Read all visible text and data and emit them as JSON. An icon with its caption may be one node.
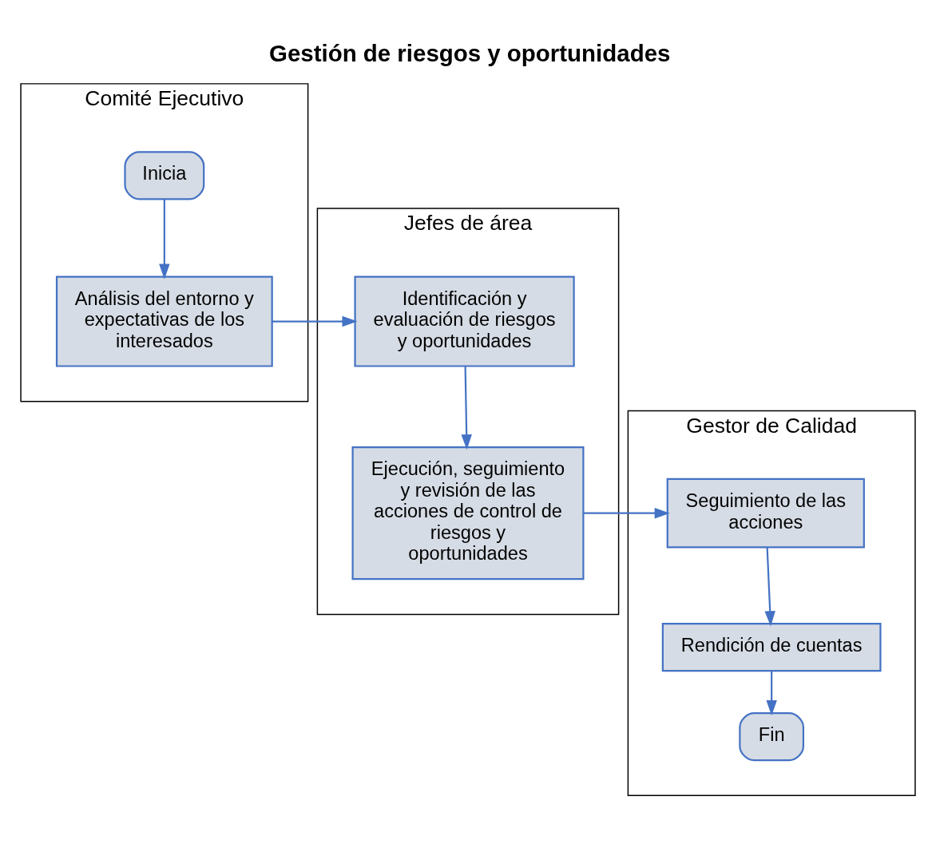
{
  "diagram": {
    "title": "Gestión de riesgos y oportunidades",
    "nodes": [
      {
        "text": [
          "Comité Ejecutivo"
        ]
      },
      {
        "text": [
          "Jefes de área"
        ]
      },
      {
        "text": [
          "Gestor de Calidad"
        ]
      },
      {
        "text": [
          "Inicia"
        ],
        "in": 0
      },
      {
        "text": [
          "Análisis del entorno y expectativas de los interesados"
        ],
        "in": 0
      },
      {
        "text": [
          "Identificación y evaluación de riesgos y oportunidades"
        ],
        "in": 1
      },
      {
        "text": [
          "Ejecución, seguimiento y revisión de las acciones de control de riesgos y oportunidades"
        ],
        "in": 1
      },
      {
        "text": [
          "Seguimiento de las acciones"
        ],
        "in": 2
      },
      {
        "text": [
          "Rendición de cuentas"
        ],
        "in": 2
      },
      {
        "text": [
          "Fin"
        ],
        "in": 2
      }
    ],
    "edges": [
      {
        "from": 3,
        "to": 4,
        "arrow": "to"
      },
      {
        "from": 4,
        "to": 5,
        "arrow": "to"
      },
      {
        "from": 5,
        "to": 6,
        "arrow": "to"
      },
      {
        "from": 6,
        "to": 7,
        "arrow": "to"
      },
      {
        "from": 7,
        "to": 8,
        "arrow": "to"
      },
      {
        "from": 8,
        "to": 9,
        "arrow": "to"
      }
    ]
  }
}
